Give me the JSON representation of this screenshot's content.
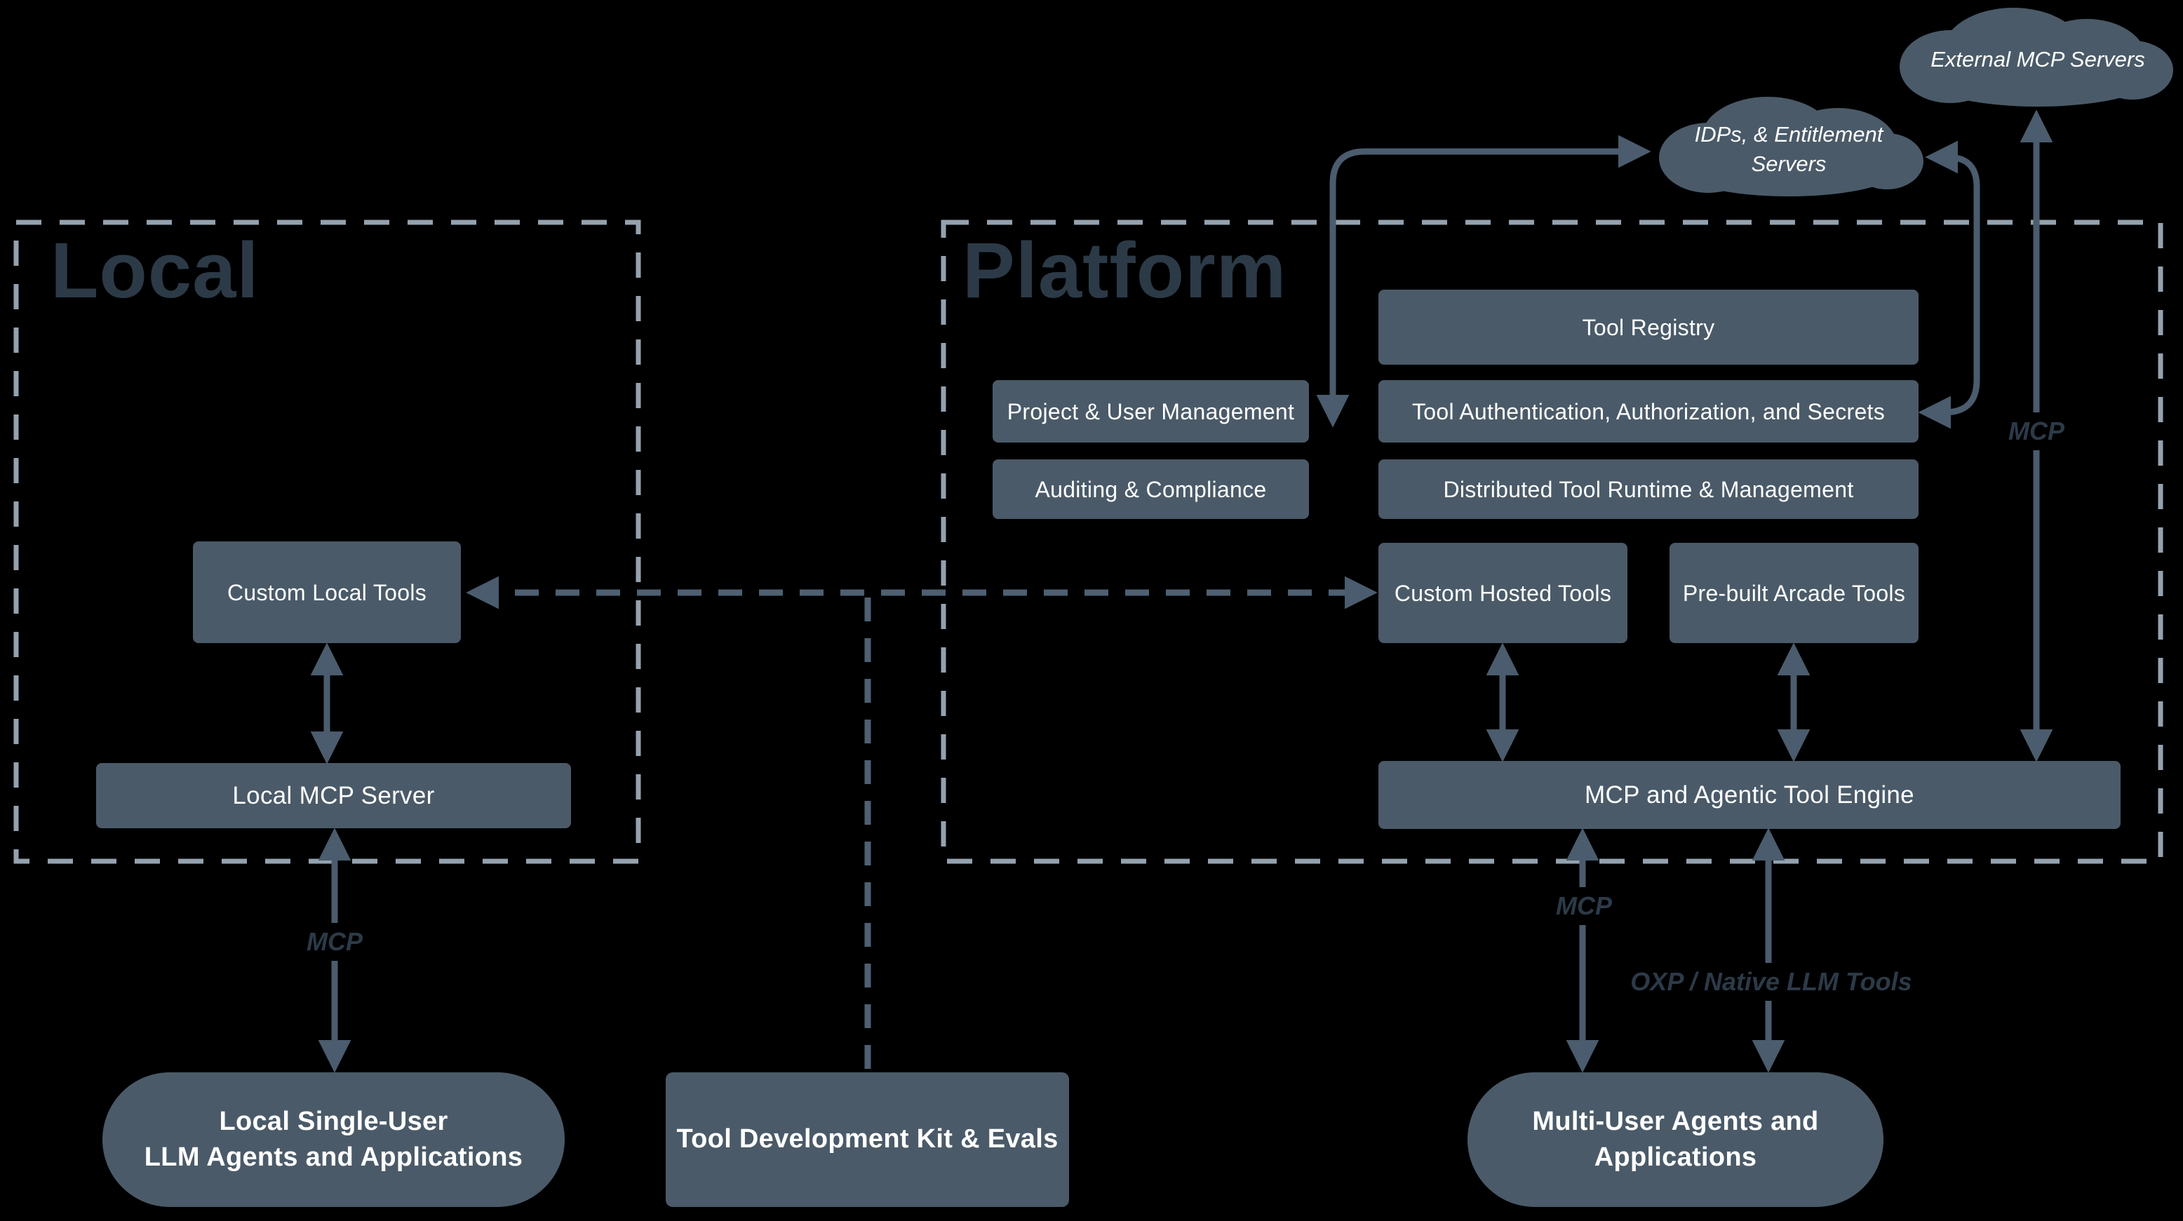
{
  "regions": {
    "local": {
      "title": "Local"
    },
    "platform": {
      "title": "Platform"
    }
  },
  "clouds": {
    "external_mcp": {
      "label": "External MCP Servers"
    },
    "idps": {
      "line1": "IDPs, & Entitlement",
      "line2": "Servers"
    }
  },
  "platform_boxes": {
    "tool_registry": "Tool Registry",
    "project_user": "Project & User Management",
    "tool_auth": "Tool Authentication, Authorization, and Secrets",
    "auditing": "Auditing & Compliance",
    "runtime": "Distributed Tool Runtime & Management",
    "custom_hosted": "Custom Hosted Tools",
    "prebuilt": "Pre-built Arcade Tools",
    "engine": "MCP and Agentic Tool Engine"
  },
  "local_boxes": {
    "custom_local": "Custom Local Tools",
    "mcp_server": "Local MCP Server"
  },
  "bottom_nodes": {
    "local_agents_line1": "Local Single-User",
    "local_agents_line2": "LLM Agents and Applications",
    "tdk": "Tool Development Kit & Evals",
    "multi_agents_line1": "Multi-User Agents and",
    "multi_agents_line2": "Applications"
  },
  "edge_labels": {
    "mcp_local": "MCP",
    "mcp_engine": "MCP",
    "oxp": "OXP / Native LLM Tools",
    "mcp_external": "MCP"
  },
  "colors": {
    "background": "#000000",
    "box_fill": "#4a5a68",
    "arrow": "#4a5c6d",
    "region_border": "#94a2af",
    "dark_text": "#2c3a47",
    "box_text": "#ffffff"
  }
}
